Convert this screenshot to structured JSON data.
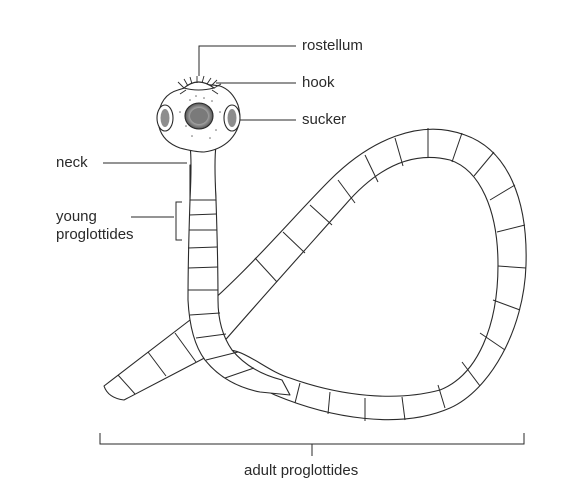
{
  "diagram": {
    "labels": {
      "rostellum": "rostellum",
      "hook": "hook",
      "sucker": "sucker",
      "neck": "neck",
      "young_line1": "young",
      "young_line2": "proglottides",
      "adult": "adult proglottides"
    },
    "colors": {
      "ink": "#2a2a2a",
      "background": "#ffffff",
      "sucker_fill": "#9a9a9a"
    }
  }
}
